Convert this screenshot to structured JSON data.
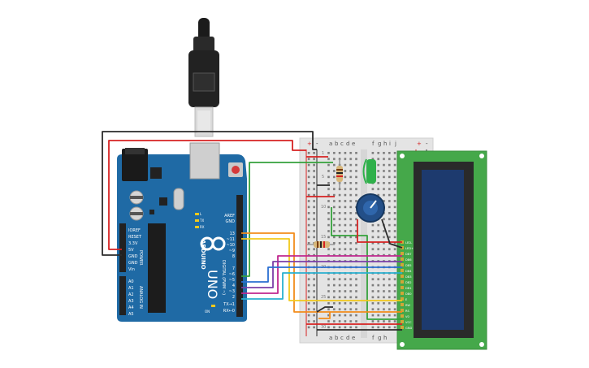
{
  "arduino": {
    "brand": "ARDUINO",
    "model": "UNO",
    "digital_pins": [
      "AREF",
      "GND",
      "13",
      "~11",
      "~10",
      "~9",
      "8",
      "7",
      "~6",
      "~5",
      "4",
      "~3",
      "2",
      "TX→1",
      "RX←0"
    ],
    "power_pins": [
      "IOREF",
      "RESET",
      "3.3V",
      "5V",
      "GND",
      "GND",
      "Vin"
    ],
    "analog_pins": [
      "A0",
      "A1",
      "A2",
      "A3",
      "A4",
      "A5"
    ],
    "power_section_label": "POWER",
    "analog_section_label": "ANALOG IN",
    "digital_section_label": "DIGITAL (PWM ~)",
    "led_labels": [
      "L",
      "TX",
      "RX"
    ],
    "on_label": "ON"
  },
  "breadboard": {
    "columns_left": [
      "a",
      "b",
      "c",
      "d",
      "e"
    ],
    "columns_right": [
      "f",
      "g",
      "h",
      "i",
      "j"
    ],
    "row_numbers": [
      "1",
      "5",
      "10",
      "15",
      "20",
      "25",
      "30"
    ],
    "rail_plus": "+",
    "rail_minus": "-"
  },
  "resistors": [
    {
      "name": "resistor-vertical"
    },
    {
      "name": "resistor-horizontal"
    }
  ],
  "lcd": {
    "pin_labels": [
      "GND",
      "VCC",
      "V0",
      "RS",
      "RW",
      "E",
      "DB0",
      "DB1",
      "DB2",
      "DB3",
      "DB4",
      "DB5",
      "DB6",
      "DB7",
      "LED+",
      "LED-"
    ]
  },
  "colors": {
    "arduino_board": "#1f6aa5",
    "breadboard": "#e6e6e6",
    "lcd_pcb": "#45a84a",
    "lcd_screen": "#1d3a6e",
    "wire_red": "#d62222",
    "wire_black": "#2b2b2b",
    "wire_green": "#34a13b",
    "wire_orange": "#f28c1b",
    "wire_yellow": "#f2c91b",
    "wire_magenta": "#c0278f",
    "wire_purple": "#7b3fa8",
    "wire_blue": "#2a6fd1",
    "wire_cyan": "#29b0d0"
  }
}
